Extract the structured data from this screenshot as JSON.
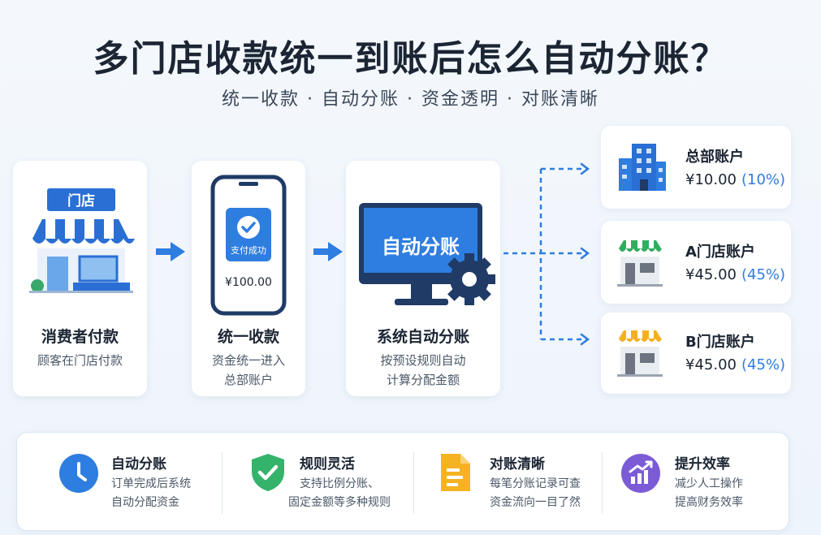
{
  "title": "多门店收款统一到账后怎么自动分账？",
  "subtitle": "统一收款 · 自动分账 · 资金透明 · 对账清晰",
  "steps": [
    {
      "title": "消费者付款",
      "desc1": "顾客在门店付款",
      "desc2": "",
      "sign": "门店"
    },
    {
      "title": "统一收款",
      "desc1": "资金统一进入",
      "desc2": "总部账户",
      "pay_status": "支付成功",
      "pay_amount": "¥100.00"
    },
    {
      "title": "系统自动分账",
      "desc1": "按预设规则自动",
      "desc2": "计算分配金额",
      "screen_text": "自动分账"
    }
  ],
  "accounts": [
    {
      "name": "总部账户",
      "amount": "¥10.00",
      "percent": "(10%)"
    },
    {
      "name": "A门店账户",
      "amount": "¥45.00",
      "percent": "(45%)"
    },
    {
      "name": "B门店账户",
      "amount": "¥45.00",
      "percent": "(45%)"
    }
  ],
  "features": [
    {
      "title": "自动分账",
      "line1": "订单完成后系统",
      "line2": "自动分配资金",
      "icon": "clock-icon",
      "color": "#2e7de0"
    },
    {
      "title": "规则灵活",
      "line1": "支持比例分账、",
      "line2": "固定金额等多种规则",
      "icon": "shield-check-icon",
      "color": "#34b36b"
    },
    {
      "title": "对账清晰",
      "line1": "每笔分账记录可查",
      "line2": "资金流向一目了然",
      "icon": "document-icon",
      "color": "#f5b322"
    },
    {
      "title": "提升效率",
      "line1": "减少人工操作",
      "line2": "提高财务效率",
      "icon": "chart-up-icon",
      "color": "#7b5cd6"
    }
  ],
  "colors": {
    "accent": "#2e7de0",
    "navy": "#1f3b66"
  }
}
